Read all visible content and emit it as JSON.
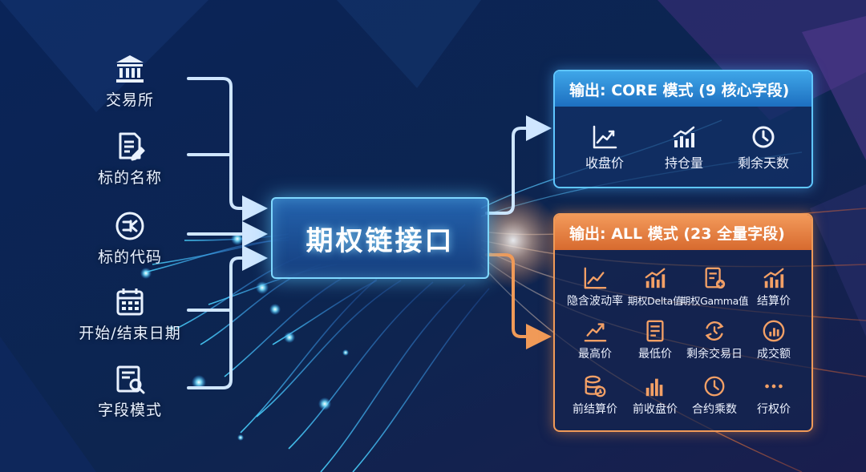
{
  "inputs": [
    {
      "label": "交易所",
      "icon": "bank-icon"
    },
    {
      "label": "标的名称",
      "icon": "document-edit-icon"
    },
    {
      "label": "标的代码",
      "icon": "code-badge-icon"
    },
    {
      "label": "开始/结束日期",
      "icon": "calendar-icon"
    },
    {
      "label": "字段模式",
      "icon": "document-search-icon"
    }
  ],
  "center": {
    "title": "期权链接口"
  },
  "core": {
    "title": "输出: CORE 模式 (9 核心字段)",
    "fields": [
      {
        "label": "收盘价",
        "icon": "line-chart-up-icon"
      },
      {
        "label": "持仓量",
        "icon": "bar-chart-up-icon"
      },
      {
        "label": "剩余天数",
        "icon": "clock-icon"
      }
    ]
  },
  "all": {
    "title": "输出: ALL 模式 (23 全量字段)",
    "fields": [
      {
        "label": "隐含波动率",
        "icon": "line-chart-up-icon"
      },
      {
        "label": "期权Delta值",
        "icon": "bar-chart-up-icon"
      },
      {
        "label": "期权Gamma值",
        "icon": "document-plus-icon"
      },
      {
        "label": "结算价",
        "icon": "bar-chart-up-icon"
      },
      {
        "label": "最高价",
        "icon": "chart-arrow-up-icon"
      },
      {
        "label": "最低价",
        "icon": "document-list-icon"
      },
      {
        "label": "剩余交易日",
        "icon": "clock-arrows-icon"
      },
      {
        "label": "成交额",
        "icon": "bar-chart-circle-icon"
      },
      {
        "label": "前结算价",
        "icon": "database-clock-icon"
      },
      {
        "label": "前收盘价",
        "icon": "bar-chart-icon"
      },
      {
        "label": "合约乘数",
        "icon": "clock-icon"
      },
      {
        "label": "行权价",
        "icon": "ellipsis-icon"
      }
    ]
  },
  "colors": {
    "core_accent": "#3fa6e8",
    "all_accent": "#f09a58",
    "connector": "#cfe6ff",
    "glow": "#7fd8ff"
  }
}
